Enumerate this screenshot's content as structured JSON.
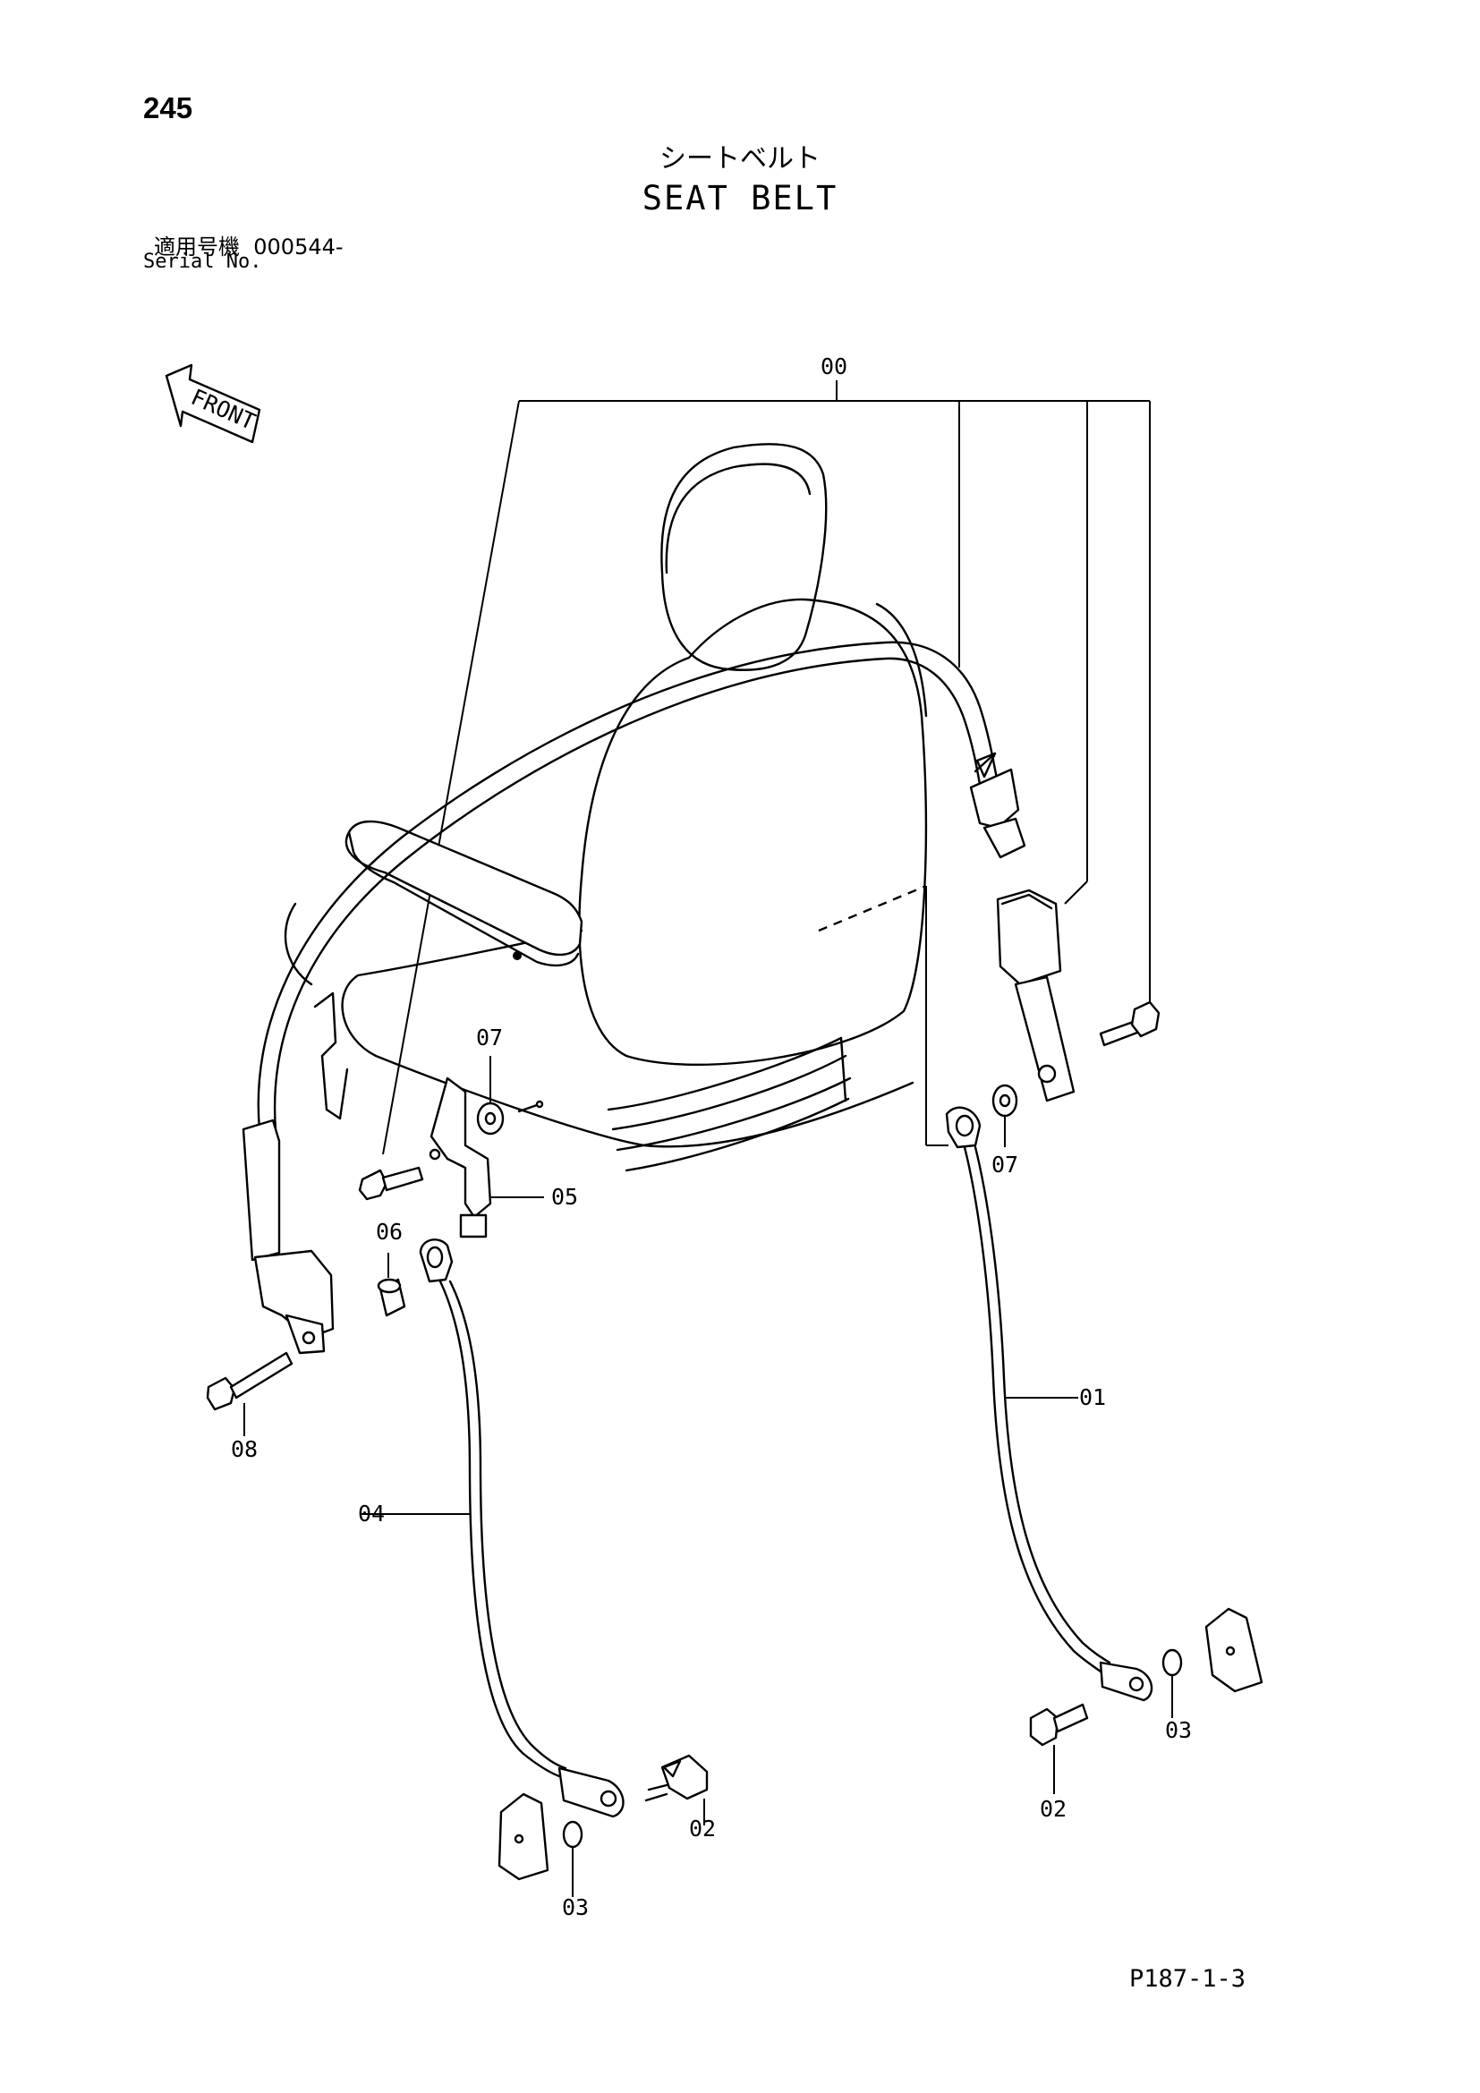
{
  "header": {
    "page_number": "245",
    "title_jp": "シートベルト",
    "title_en": "SEAT BELT",
    "serial_label_jp": "適用号機",
    "serial_value": "000544-",
    "serial_label_en": "Serial No."
  },
  "front_arrow": {
    "label": "FRONT"
  },
  "callouts": {
    "c00": "00",
    "c01": "01",
    "c02a": "02",
    "c02b": "02",
    "c03a": "03",
    "c03b": "03",
    "c04": "04",
    "c05": "05",
    "c06": "06",
    "c07a": "07",
    "c07b": "07",
    "c08": "08"
  },
  "footer": {
    "code": "P187-1-3"
  }
}
